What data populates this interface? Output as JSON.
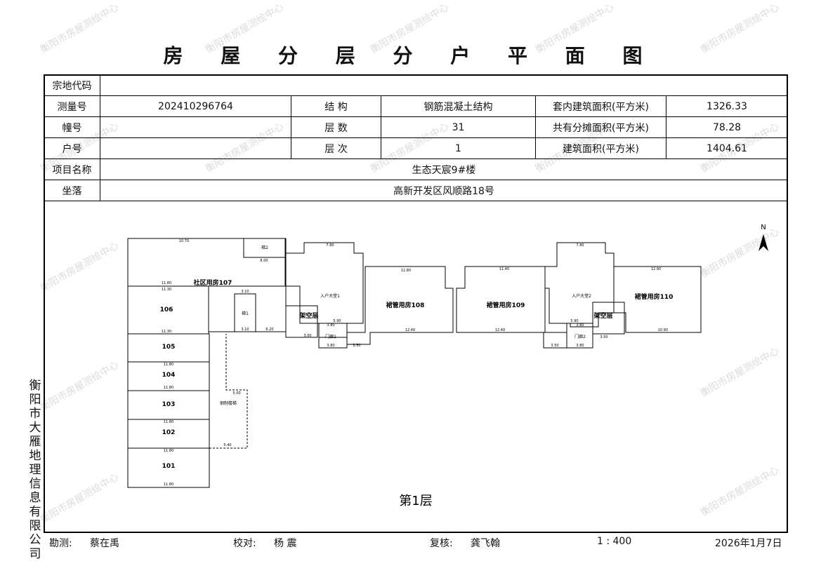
{
  "title": "房 屋 分 层 分 户 平 面 图",
  "info": {
    "zongdi_label": "宗地代码",
    "zongdi_value": "",
    "celiang_label": "测量号",
    "celiang_value": "202410296764",
    "jiegou_label": "结  构",
    "jiegou_value": "钢筋混凝土结构",
    "taonei_label": "套内建筑面积(平方米)",
    "taonei_value": "1326.33",
    "zhuang_label": "幢号",
    "zhuang_value": "",
    "cengshu_label": "层  数",
    "cengshu_value": "31",
    "gongyou_label": "共有分摊面积(平方米)",
    "gongyou_value": "78.28",
    "hu_label": "户号",
    "hu_value": "",
    "cengci_label": "层  次",
    "cengci_value": "1",
    "jianzhu_label": "建筑面积(平方米)",
    "jianzhu_value": "1404.61",
    "xiangmu_label": "项目名称",
    "xiangmu_value": "生态天宸9#楼",
    "zuoluo_label": "坐落",
    "zuoluo_value": "高新开发区风顺路18号"
  },
  "plan": {
    "floor_label": "第1层",
    "north": "N",
    "rooms": {
      "r107": "社区用房107",
      "r106": "106",
      "r105": "105",
      "r104": "104",
      "r103": "103",
      "r102": "102",
      "r101": "101",
      "r108": "裙管用房108",
      "r109": "裙管用房109",
      "r110": "裙管用房110",
      "lift1": "梯1",
      "lift2": "梯2",
      "hall1": "入户大堂1",
      "hall2": "入户大堂2",
      "door1": "门廊1",
      "door2": "门廊2",
      "void1": "架空层",
      "void2": "架空层",
      "stair": "钢制楼梯"
    },
    "dims": {
      "d1070": "10.70",
      "d1180a": "11.80",
      "d1130": "11.30",
      "d1130b": "11.30",
      "d1180b": "11.80",
      "d1180c": "11.80",
      "d1180d": "11.80",
      "d1180e": "11.80",
      "d1180f": "11.80",
      "d780a": "7.80",
      "d1180g": "11.80",
      "d1240a": "12.40",
      "d1140": "11.40",
      "d1240b": "12.40",
      "d780b": "7.80",
      "d1290": "12.90",
      "d1090": "10.90",
      "d310a": "3.10",
      "d310b": "3.10",
      "d620": "6.20",
      "d800": "8.00",
      "d380a": "3.80",
      "d380b": "3.80",
      "d380c": "3.80",
      "d380d": "3.80",
      "d350a": "3.50",
      "d350b": "3.50",
      "d300a": "3.00",
      "d300b": "3.00",
      "d590a": "5.90",
      "d590b": "5.90",
      "d540": "5.40",
      "d500": "5.00"
    }
  },
  "watermark": "衡阳市房屋测绘中心",
  "company": "衡阳市大雁地理信息有限公司",
  "footer": {
    "kance_label": "勘测:",
    "kance_value": "蔡在禹",
    "jiaodui_label": "校对:",
    "jiaodui_value": "杨  震",
    "fuhe_label": "复核:",
    "fuhe_value": "龚飞翰",
    "scale": "1 : 400",
    "date": "2026年1月7日"
  }
}
